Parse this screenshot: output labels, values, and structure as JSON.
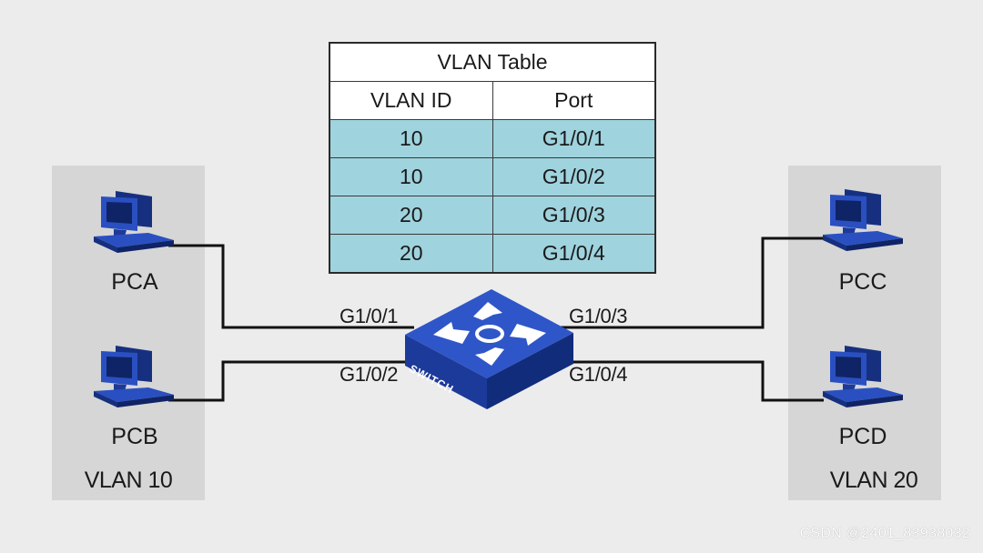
{
  "table": {
    "title": "VLAN Table",
    "headers": [
      "VLAN ID",
      "Port"
    ],
    "rows": [
      [
        "10",
        "G1/0/1"
      ],
      [
        "10",
        "G1/0/2"
      ],
      [
        "20",
        "G1/0/3"
      ],
      [
        "20",
        "G1/0/4"
      ]
    ]
  },
  "hosts": {
    "pca": "PCA",
    "pcb": "PCB",
    "pcc": "PCC",
    "pcd": "PCD"
  },
  "vlans": {
    "left": "VLAN 10",
    "right": "VLAN 20"
  },
  "ports": {
    "p1": "G1/0/1",
    "p2": "G1/0/2",
    "p3": "G1/0/3",
    "p4": "G1/0/4"
  },
  "switch": {
    "label": "SWITCH"
  },
  "watermark": "CSDN @2401_83938032",
  "colors": {
    "table_cell": "#9fd3de",
    "device_blue": "#1f3fa0",
    "vlan_panel": "#d6d6d6"
  }
}
